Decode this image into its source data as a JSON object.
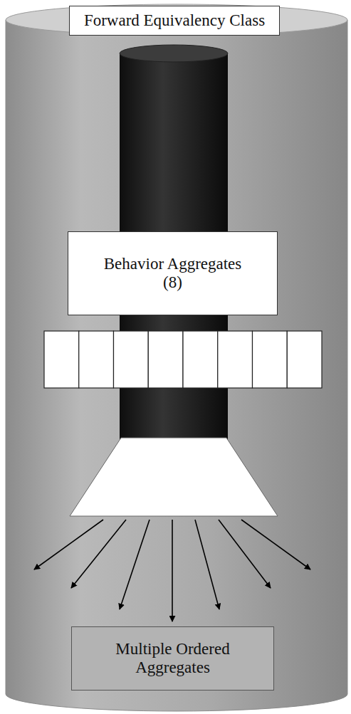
{
  "diagram": {
    "nodes": [
      {
        "text": [
          "Forward Equivalency Class"
        ]
      },
      {
        "text": [
          "Behavior Aggregates (8)"
        ]
      },
      {
        "text": [
          "Multiple Ordered Aggregates"
        ]
      }
    ]
  }
}
